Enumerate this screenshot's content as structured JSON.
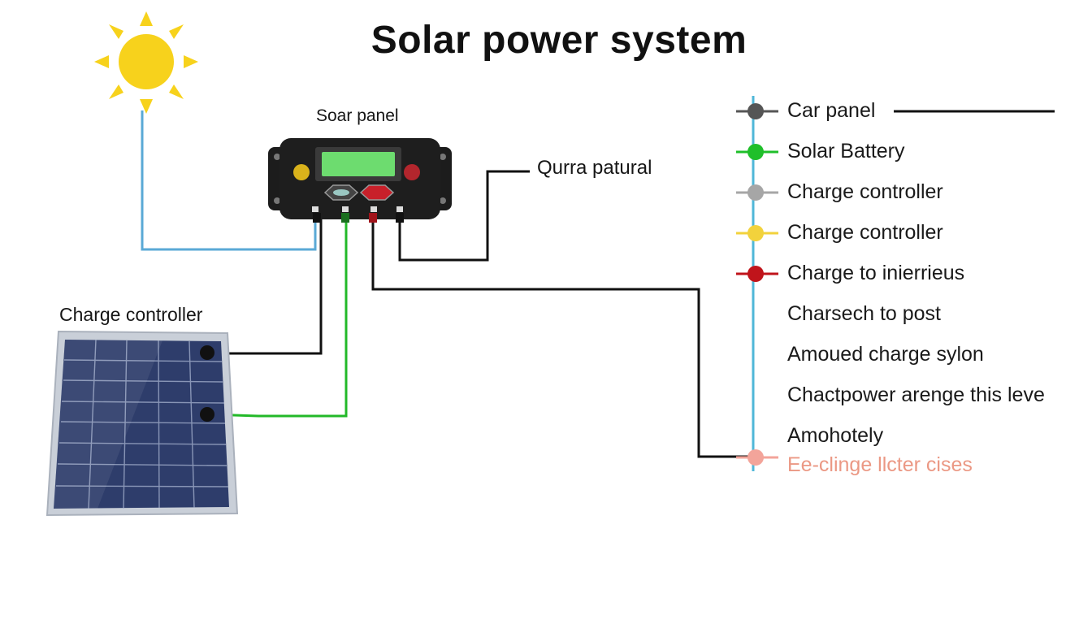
{
  "title": "Solar power system",
  "labels": {
    "controller_top": "Soar panel",
    "panel_label": "Charge controller",
    "output_label": "Qurra patural"
  },
  "legend": [
    {
      "label": "Car panel",
      "color": "#555555"
    },
    {
      "label": "Solar Battery",
      "color": "#1fbf2a"
    },
    {
      "label": "Charge controller",
      "color": "#a6a6a6"
    },
    {
      "label": "Charge controller",
      "color": "#f2d23c"
    },
    {
      "label": "Charge to inierrieus",
      "color": "#c0141b"
    },
    {
      "label": "Charsech to post",
      "color": null
    },
    {
      "label": "Amoued charge sylon",
      "color": null
    },
    {
      "label": "Chactpower arenge this leve",
      "color": null
    },
    {
      "label": "Amohotely",
      "color": null
    },
    {
      "label": "Ee-clinge llcter cises",
      "color": "#f3a49a"
    }
  ],
  "colors": {
    "sun": "#f7d21c",
    "sun_wire": "#5aa9d6",
    "wire_dark": "#111111",
    "wire_green": "#22b928",
    "legend_axis": "#4fb7d8",
    "controller_body": "#1e1e1e",
    "controller_screen": "#6ddc6f",
    "panel_cell": "#2e3d6b"
  }
}
